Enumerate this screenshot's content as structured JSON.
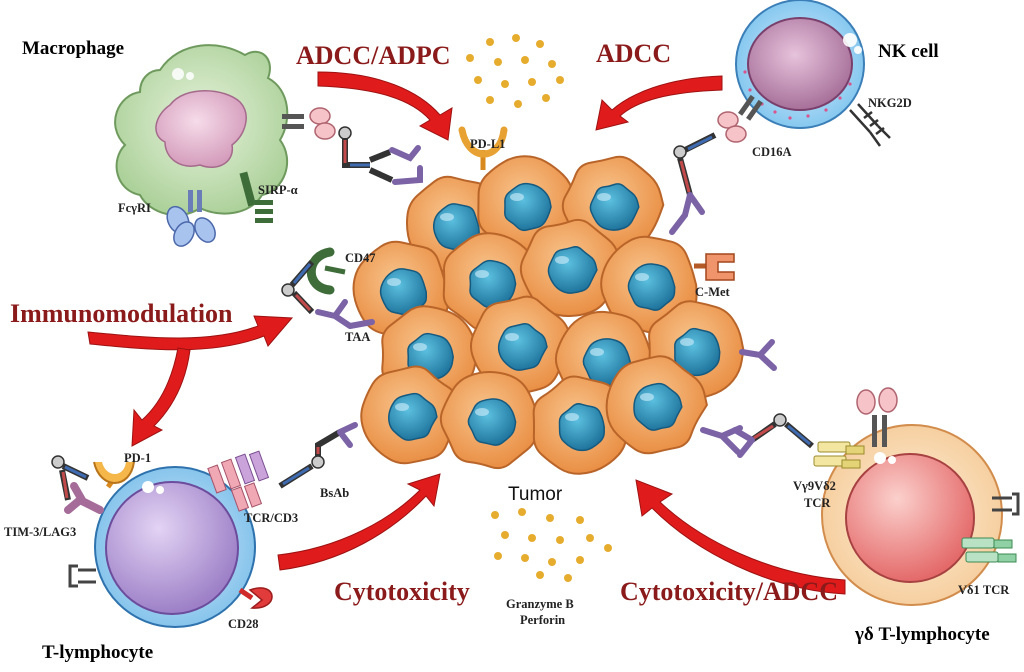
{
  "labels": {
    "macrophage": "Macrophage",
    "nk_cell": "NK cell",
    "t_lymphocyte": "T-lymphocyte",
    "gd_t_lymphocyte": "γδ T-lymphocyte",
    "tumor": "Tumor"
  },
  "mechanisms": {
    "adcc_adpc": "ADCC/ADPC",
    "adcc": "ADCC",
    "immunomodulation": "Immunomodulation",
    "cytotoxicity": "Cytotoxicity",
    "cytotoxicity_adcc": "Cytotoxicity/ADCC"
  },
  "molecules": {
    "pd_l1": "PD-L1",
    "cd16a": "CD16A",
    "nkg2d": "NKG2D",
    "fcgri": "FcγRI",
    "sirp_alpha": "SIRP-α",
    "cd47": "CD47",
    "taa": "TAA",
    "c_met": "C-Met",
    "pd_1": "PD-1",
    "tim3_lag3": "TIM-3/LAG3",
    "tcr_cd3": "TCR/CD3",
    "bsab": "BsAb",
    "cd28": "CD28",
    "vg9vd2_tcr_line1": "Vγ9Vδ2",
    "vg9vd2_tcr_line2": "TCR",
    "vd1_tcr": "Vδ1 TCR",
    "granzyme_b": "Granzyme B",
    "perforin": "Perforin"
  },
  "colors": {
    "arrow_red": "#e01b1b",
    "mechanism_text": "#8b1a1a",
    "tumor_cell": "#f2a25c",
    "tumor_nucleus": "#2f8fb5",
    "granule": "#e6ac2e"
  }
}
